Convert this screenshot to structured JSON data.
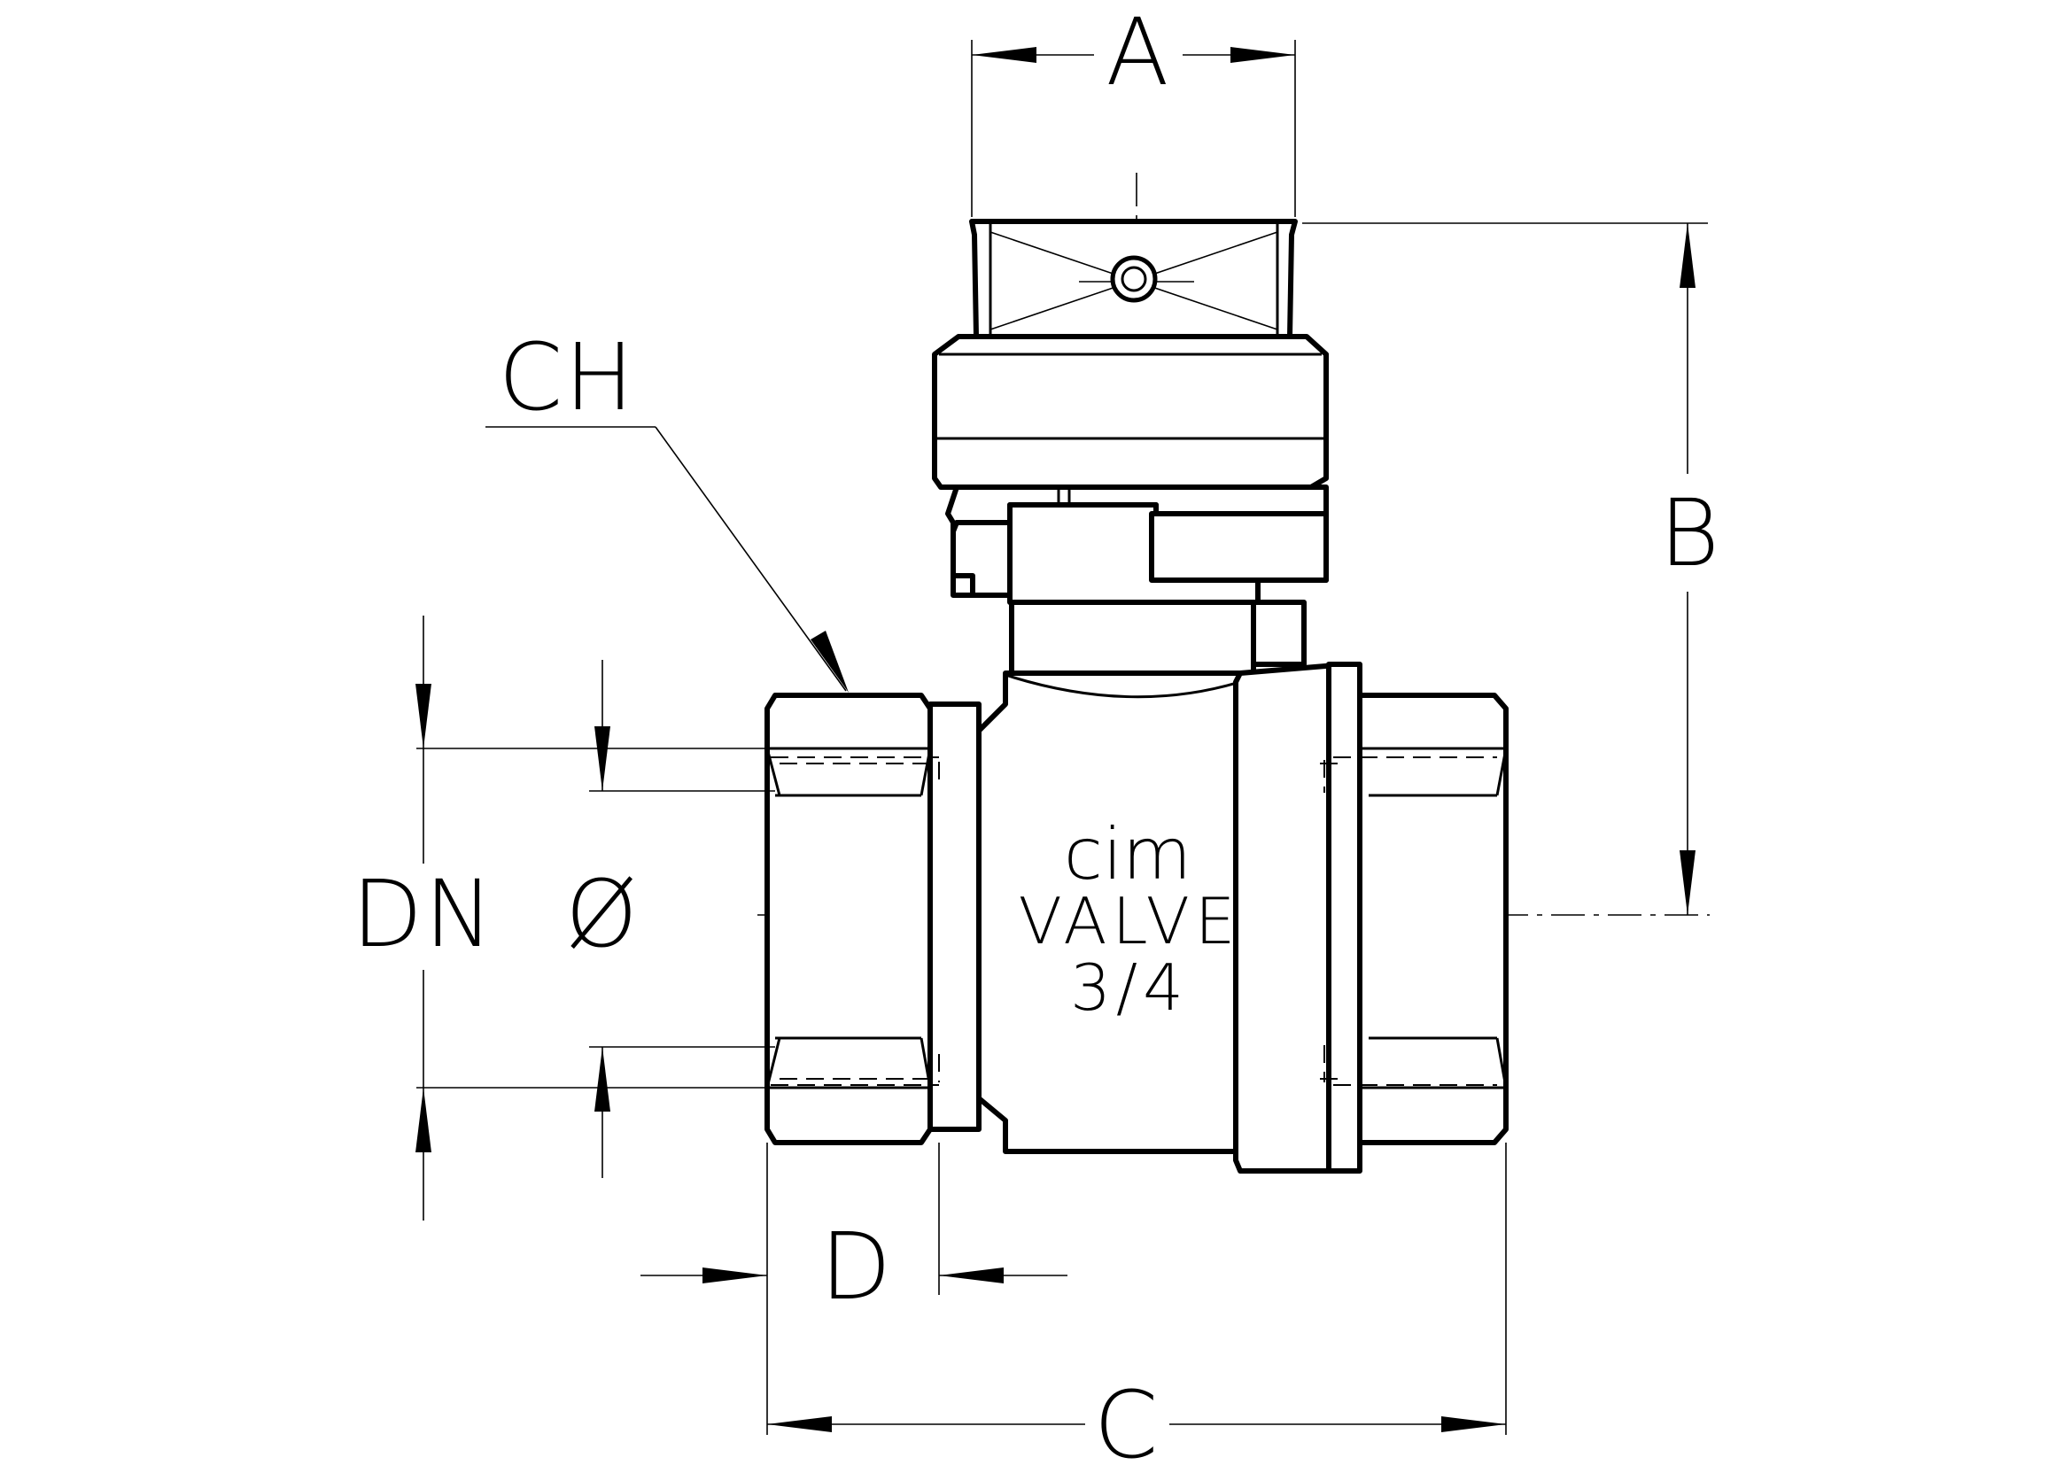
{
  "labels": {
    "dim_A": "A",
    "dim_B": "B",
    "dim_C": "C",
    "dim_D": "D",
    "dim_CH": "CH",
    "dim_DN": "DN",
    "dim_diameter": "Ø"
  },
  "marking": {
    "brand": "cim",
    "product": "VALVE",
    "size": "3/4"
  }
}
